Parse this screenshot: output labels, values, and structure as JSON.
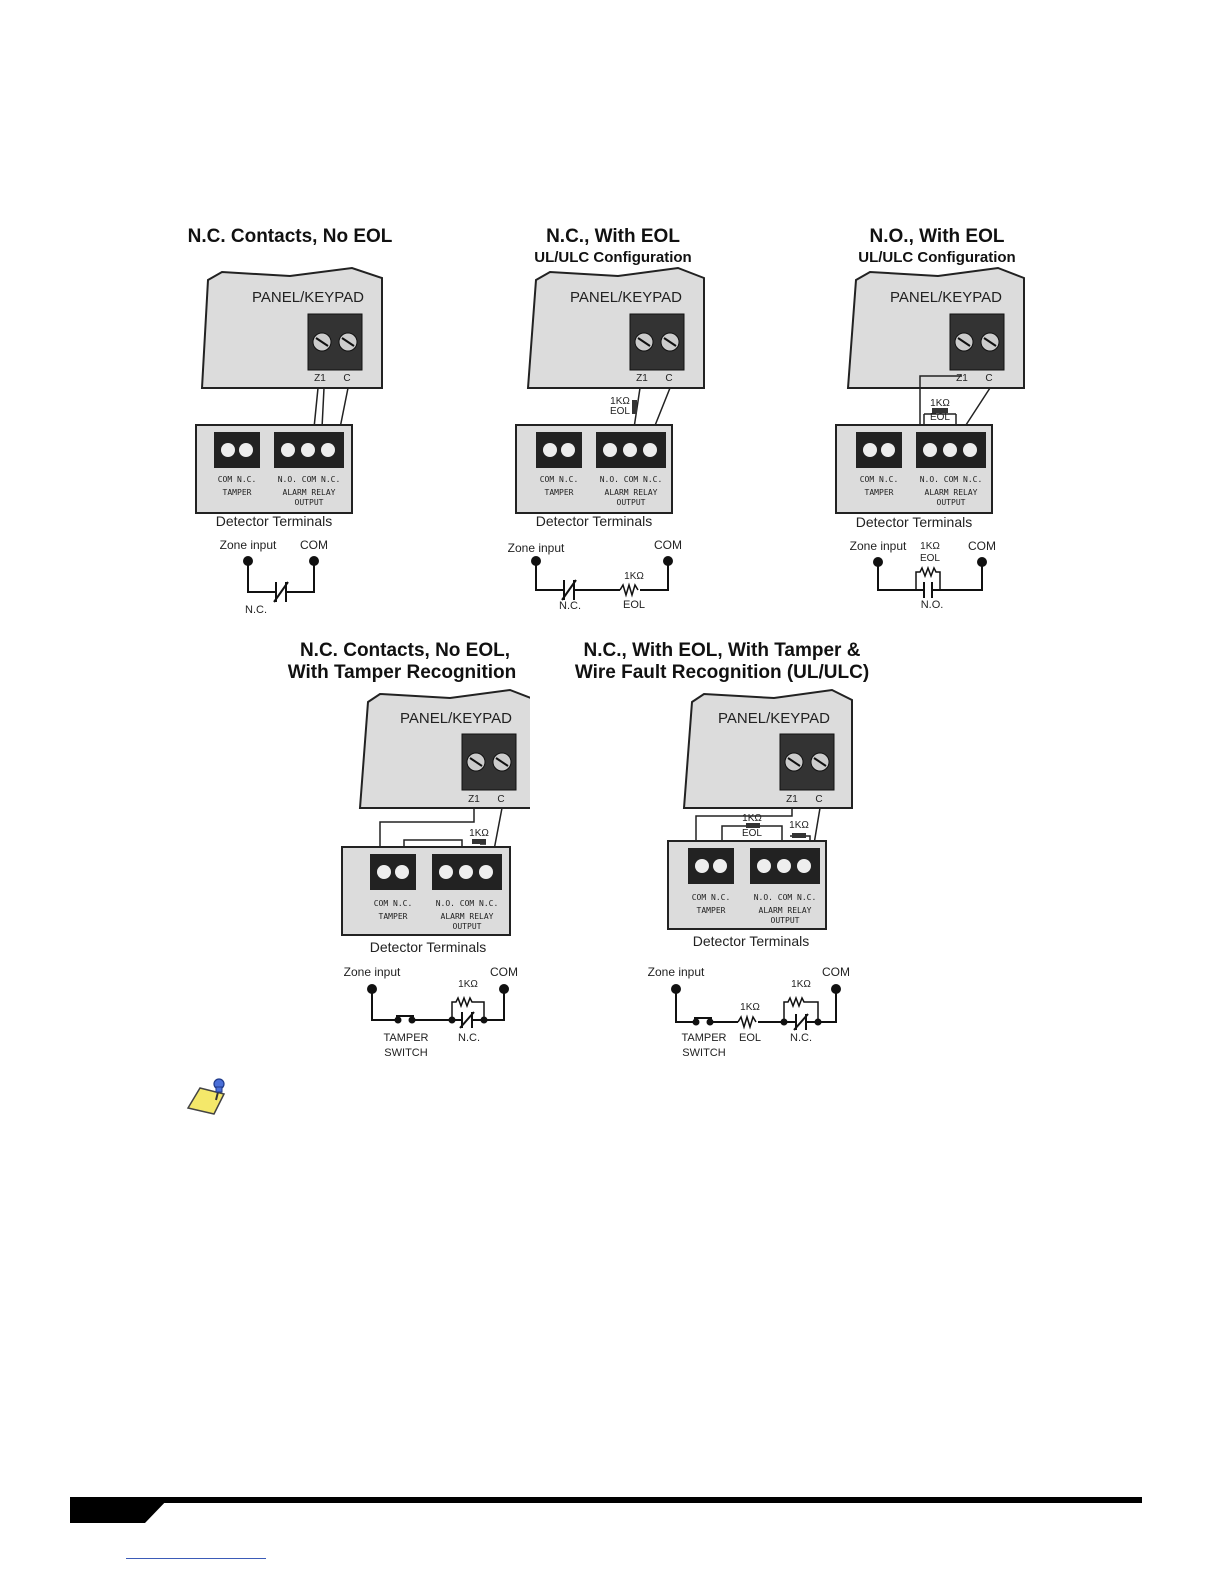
{
  "diagrams": [
    {
      "id": "nc-no-eol",
      "title": "N.C. Contacts,  No EOL",
      "panel_label": "PANEL/KEYPAD",
      "panel_terms": [
        "Z1",
        "C"
      ],
      "detector_label": "Detector Terminals",
      "tamper_labels": [
        "COM N.C.",
        "TAMPER"
      ],
      "relay_labels": [
        "N.O. COM N.C.",
        "ALARM RELAY",
        "OUTPUT"
      ],
      "schematic": {
        "left": "Zone input",
        "right": "COM",
        "parts": [
          "N.C."
        ]
      }
    },
    {
      "id": "nc-with-eol",
      "title": "N.C., With EOL",
      "subtitle": "UL/ULC Configuration",
      "panel_label": "PANEL/KEYPAD",
      "panel_terms": [
        "Z1",
        "C"
      ],
      "resistor_label": "1KΩ",
      "resistor_sub": "EOL",
      "detector_label": "Detector Terminals",
      "tamper_labels": [
        "COM N.C.",
        "TAMPER"
      ],
      "relay_labels": [
        "N.O. COM N.C.",
        "ALARM RELAY",
        "OUTPUT"
      ],
      "schematic": {
        "left": "Zone input",
        "right": "COM",
        "parts": [
          "N.C.",
          "1KΩ",
          "EOL"
        ]
      }
    },
    {
      "id": "no-with-eol",
      "title": "N.O., With EOL",
      "subtitle": "UL/ULC Configuration",
      "panel_label": "PANEL/KEYPAD",
      "panel_terms": [
        "Z1",
        "C"
      ],
      "resistor_label": "1KΩ",
      "resistor_sub": "EOL",
      "detector_label": "Detector Terminals",
      "tamper_labels": [
        "COM N.C.",
        "TAMPER"
      ],
      "relay_labels": [
        "N.O. COM N.C.",
        "ALARM RELAY",
        "OUTPUT"
      ],
      "schematic": {
        "left": "Zone input",
        "right": "COM",
        "parts": [
          "1KΩ",
          "EOL",
          "N.O."
        ]
      }
    },
    {
      "id": "nc-tamper",
      "title": "N.C. Contacts, No EOL,",
      "subtitle": "With Tamper Recognition",
      "panel_label": "PANEL/KEYPAD",
      "panel_terms": [
        "Z1",
        "C"
      ],
      "resistor_label": "1KΩ",
      "detector_label": "Detector Terminals",
      "tamper_labels": [
        "COM N.C.",
        "TAMPER"
      ],
      "relay_labels": [
        "N.O. COM N.C.",
        "ALARM RELAY",
        "OUTPUT"
      ],
      "schematic": {
        "left": "Zone input",
        "right": "COM",
        "parts": [
          "1KΩ",
          "TAMPER",
          "SWITCH",
          "N.C."
        ]
      }
    },
    {
      "id": "nc-eol-tamper-wire",
      "title": "N.C., With EOL, With Tamper &",
      "subtitle": "Wire Fault Recognition (UL/ULC)",
      "panel_label": "PANEL/KEYPAD",
      "panel_terms": [
        "Z1",
        "C"
      ],
      "resistor_label": "1KΩ",
      "resistor_sub": "EOL",
      "resistor2_label": "1KΩ",
      "detector_label": "Detector Terminals",
      "tamper_labels": [
        "COM N.C.",
        "TAMPER"
      ],
      "relay_labels": [
        "N.O. COM N.C.",
        "ALARM RELAY",
        "OUTPUT"
      ],
      "schematic": {
        "left": "Zone input",
        "right": "COM",
        "parts": [
          "1KΩ",
          "1KΩ",
          "TAMPER",
          "SWITCH",
          "EOL",
          "N.C."
        ]
      }
    }
  ],
  "icons": {
    "note": "pushpin-note-icon"
  }
}
